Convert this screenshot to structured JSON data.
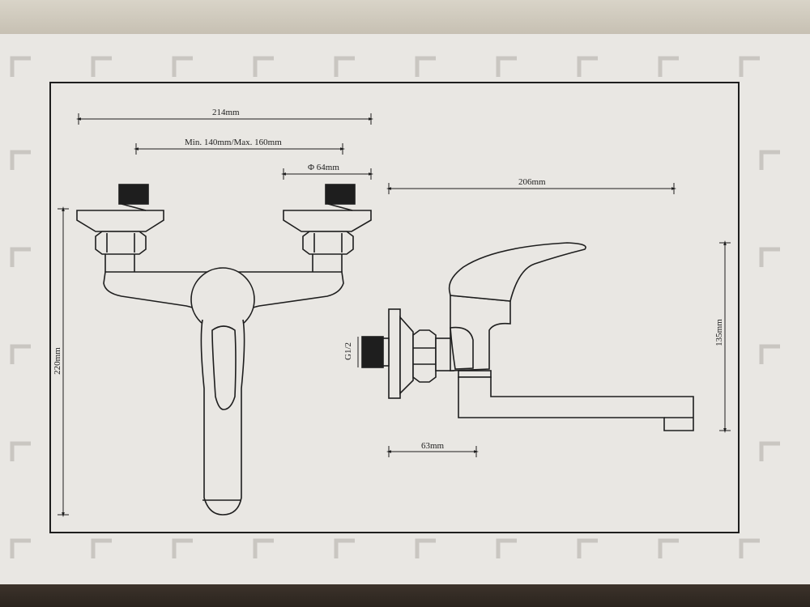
{
  "dimensions": {
    "width_total": "214mm",
    "spacing": "Min. 140mm/Max. 160mm",
    "flange_diameter": "Φ 64mm",
    "spout_reach": "206mm",
    "height_total": "220mm",
    "spout_height": "135mm",
    "wall_offset": "63mm",
    "thread": "G1/2"
  },
  "colors": {
    "panel": "#e9e7e3",
    "line": "#1e1e1e",
    "corner_marks": "#c9c6c1"
  }
}
